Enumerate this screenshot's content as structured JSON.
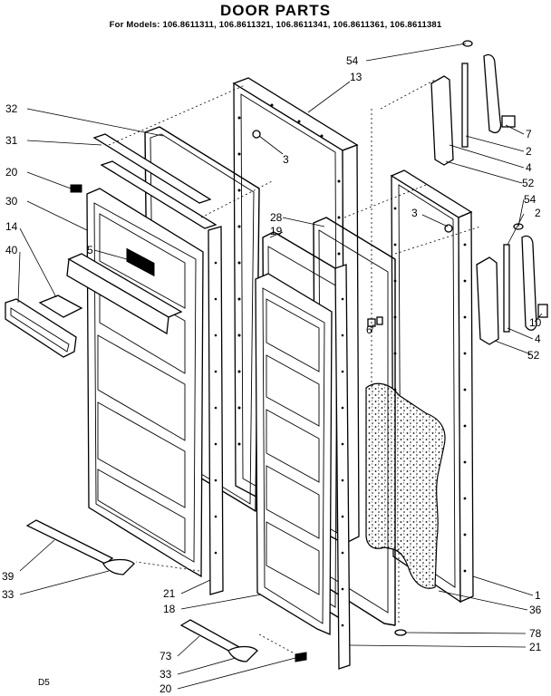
{
  "header": {
    "title": "DOOR PARTS",
    "models": "For Models: 106.8611311, 106.8611321, 106.8611341, 106.8611361, 106.8611381"
  },
  "footer": {
    "tag": "D5"
  },
  "callouts": {
    "c54a": "54",
    "c13": "13",
    "c32": "32",
    "c31": "31",
    "c3a": "3",
    "c7": "7",
    "c2a": "2",
    "c4a": "4",
    "c52a": "52",
    "c20a": "20",
    "c30": "30",
    "c28": "28",
    "c19": "19",
    "c3b": "3",
    "c54b": "54",
    "c2b": "2",
    "c14": "14",
    "c40": "40",
    "c5": "5",
    "c6": "6",
    "c10": "10",
    "c4b": "4",
    "c52b": "52",
    "c39": "39",
    "c33a": "33",
    "c21a": "21",
    "c18": "18",
    "c1": "1",
    "c36": "36",
    "c78": "78",
    "c21b": "21",
    "c73": "73",
    "c33b": "33",
    "c20b": "20"
  }
}
